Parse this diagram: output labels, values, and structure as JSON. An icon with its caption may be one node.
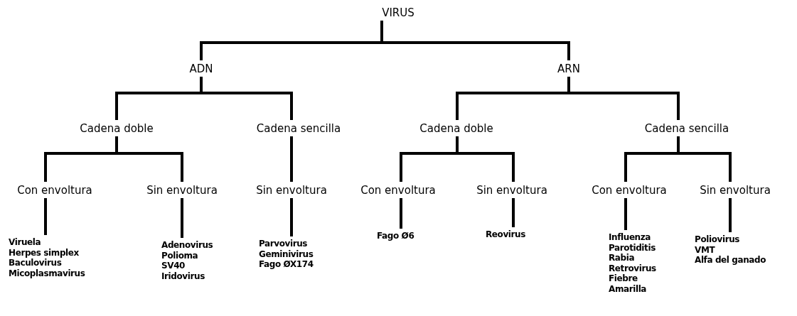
{
  "diagram": {
    "nodes": [
      {
        "text": [
          "VIRUS"
        ]
      },
      {
        "text": [
          "ADN"
        ]
      },
      {
        "text": [
          "ARN"
        ]
      },
      {
        "text": [
          "Cadena doble"
        ]
      },
      {
        "text": [
          "Cadena sencilla"
        ]
      },
      {
        "text": [
          "Cadena doble"
        ]
      },
      {
        "text": [
          "Cadena sencilla"
        ]
      },
      {
        "text": [
          "Con envoltura"
        ]
      },
      {
        "text": [
          "Sin envoltura"
        ]
      },
      {
        "text": [
          "Sin envoltura"
        ]
      },
      {
        "text": [
          "Con envoltura"
        ]
      },
      {
        "text": [
          "Sin envoltura"
        ]
      },
      {
        "text": [
          "Con envoltura"
        ]
      },
      {
        "text": [
          "Sin envoltura"
        ]
      },
      {
        "text": [
          "Viruela",
          "Herpes simplex",
          "Baculovirus",
          "Micoplasmavirus"
        ]
      },
      {
        "text": [
          "Adenovirus",
          "Polioma",
          "SV40",
          "Iridovirus"
        ]
      },
      {
        "text": [
          "Parvovirus",
          "Geminivirus",
          "Fago ØX174"
        ]
      },
      {
        "text": [
          "Fago Ø6"
        ]
      },
      {
        "text": [
          "Reovirus"
        ]
      },
      {
        "text": [
          "Influenza",
          "Parotiditis",
          "Rabia",
          "Retrovirus",
          "Fiebre Amarilla"
        ]
      },
      {
        "text": [
          "Poliovirus",
          "VMT",
          "Alfa del ganado"
        ]
      }
    ],
    "edges": [
      {
        "from": 0,
        "to": 1,
        "arrow": "none"
      },
      {
        "from": 0,
        "to": 2,
        "arrow": "none"
      },
      {
        "from": 1,
        "to": 3,
        "arrow": "none"
      },
      {
        "from": 1,
        "to": 4,
        "arrow": "none"
      },
      {
        "from": 2,
        "to": 5,
        "arrow": "none"
      },
      {
        "from": 2,
        "to": 6,
        "arrow": "none"
      },
      {
        "from": 3,
        "to": 7,
        "arrow": "none"
      },
      {
        "from": 3,
        "to": 8,
        "arrow": "none"
      },
      {
        "from": 4,
        "to": 9,
        "arrow": "none"
      },
      {
        "from": 5,
        "to": 10,
        "arrow": "none"
      },
      {
        "from": 5,
        "to": 11,
        "arrow": "none"
      },
      {
        "from": 6,
        "to": 12,
        "arrow": "none"
      },
      {
        "from": 6,
        "to": 13,
        "arrow": "none"
      },
      {
        "from": 7,
        "to": 14,
        "arrow": "none"
      },
      {
        "from": 8,
        "to": 15,
        "arrow": "none"
      },
      {
        "from": 9,
        "to": 16,
        "arrow": "none"
      },
      {
        "from": 10,
        "to": 17,
        "arrow": "none"
      },
      {
        "from": 11,
        "to": 18,
        "arrow": "none"
      },
      {
        "from": 12,
        "to": 19,
        "arrow": "none"
      },
      {
        "from": 13,
        "to": 20,
        "arrow": "none"
      }
    ]
  }
}
